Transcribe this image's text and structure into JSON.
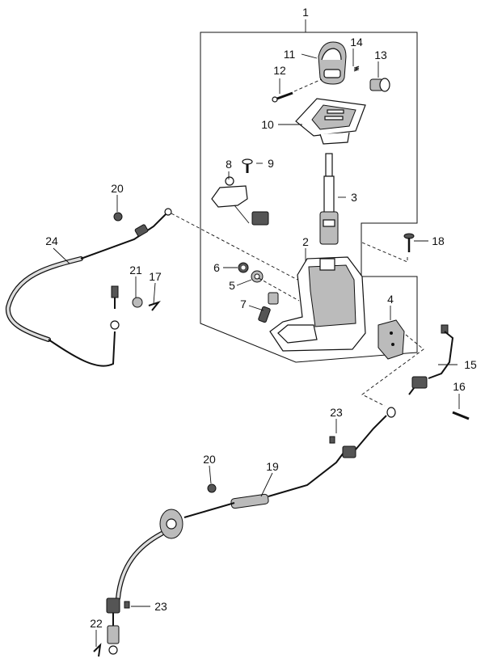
{
  "callouts": [
    {
      "id": "c1",
      "label": "1"
    },
    {
      "id": "c2",
      "label": "2"
    },
    {
      "id": "c3",
      "label": "3"
    },
    {
      "id": "c4",
      "label": "4"
    },
    {
      "id": "c5",
      "label": "5"
    },
    {
      "id": "c6",
      "label": "6"
    },
    {
      "id": "c7",
      "label": "7"
    },
    {
      "id": "c8",
      "label": "8"
    },
    {
      "id": "c9",
      "label": "9"
    },
    {
      "id": "c10",
      "label": "10"
    },
    {
      "id": "c11",
      "label": "11"
    },
    {
      "id": "c12",
      "label": "12"
    },
    {
      "id": "c13",
      "label": "13"
    },
    {
      "id": "c14",
      "label": "14"
    },
    {
      "id": "c15",
      "label": "15"
    },
    {
      "id": "c16",
      "label": "16"
    },
    {
      "id": "c17",
      "label": "17"
    },
    {
      "id": "c18",
      "label": "18"
    },
    {
      "id": "c19",
      "label": "19"
    },
    {
      "id": "c20a",
      "label": "20"
    },
    {
      "id": "c20b",
      "label": "20"
    },
    {
      "id": "c21",
      "label": "21"
    },
    {
      "id": "c22",
      "label": "22"
    },
    {
      "id": "c23a",
      "label": "23"
    },
    {
      "id": "c23b",
      "label": "23"
    },
    {
      "id": "c24",
      "label": "24"
    }
  ]
}
